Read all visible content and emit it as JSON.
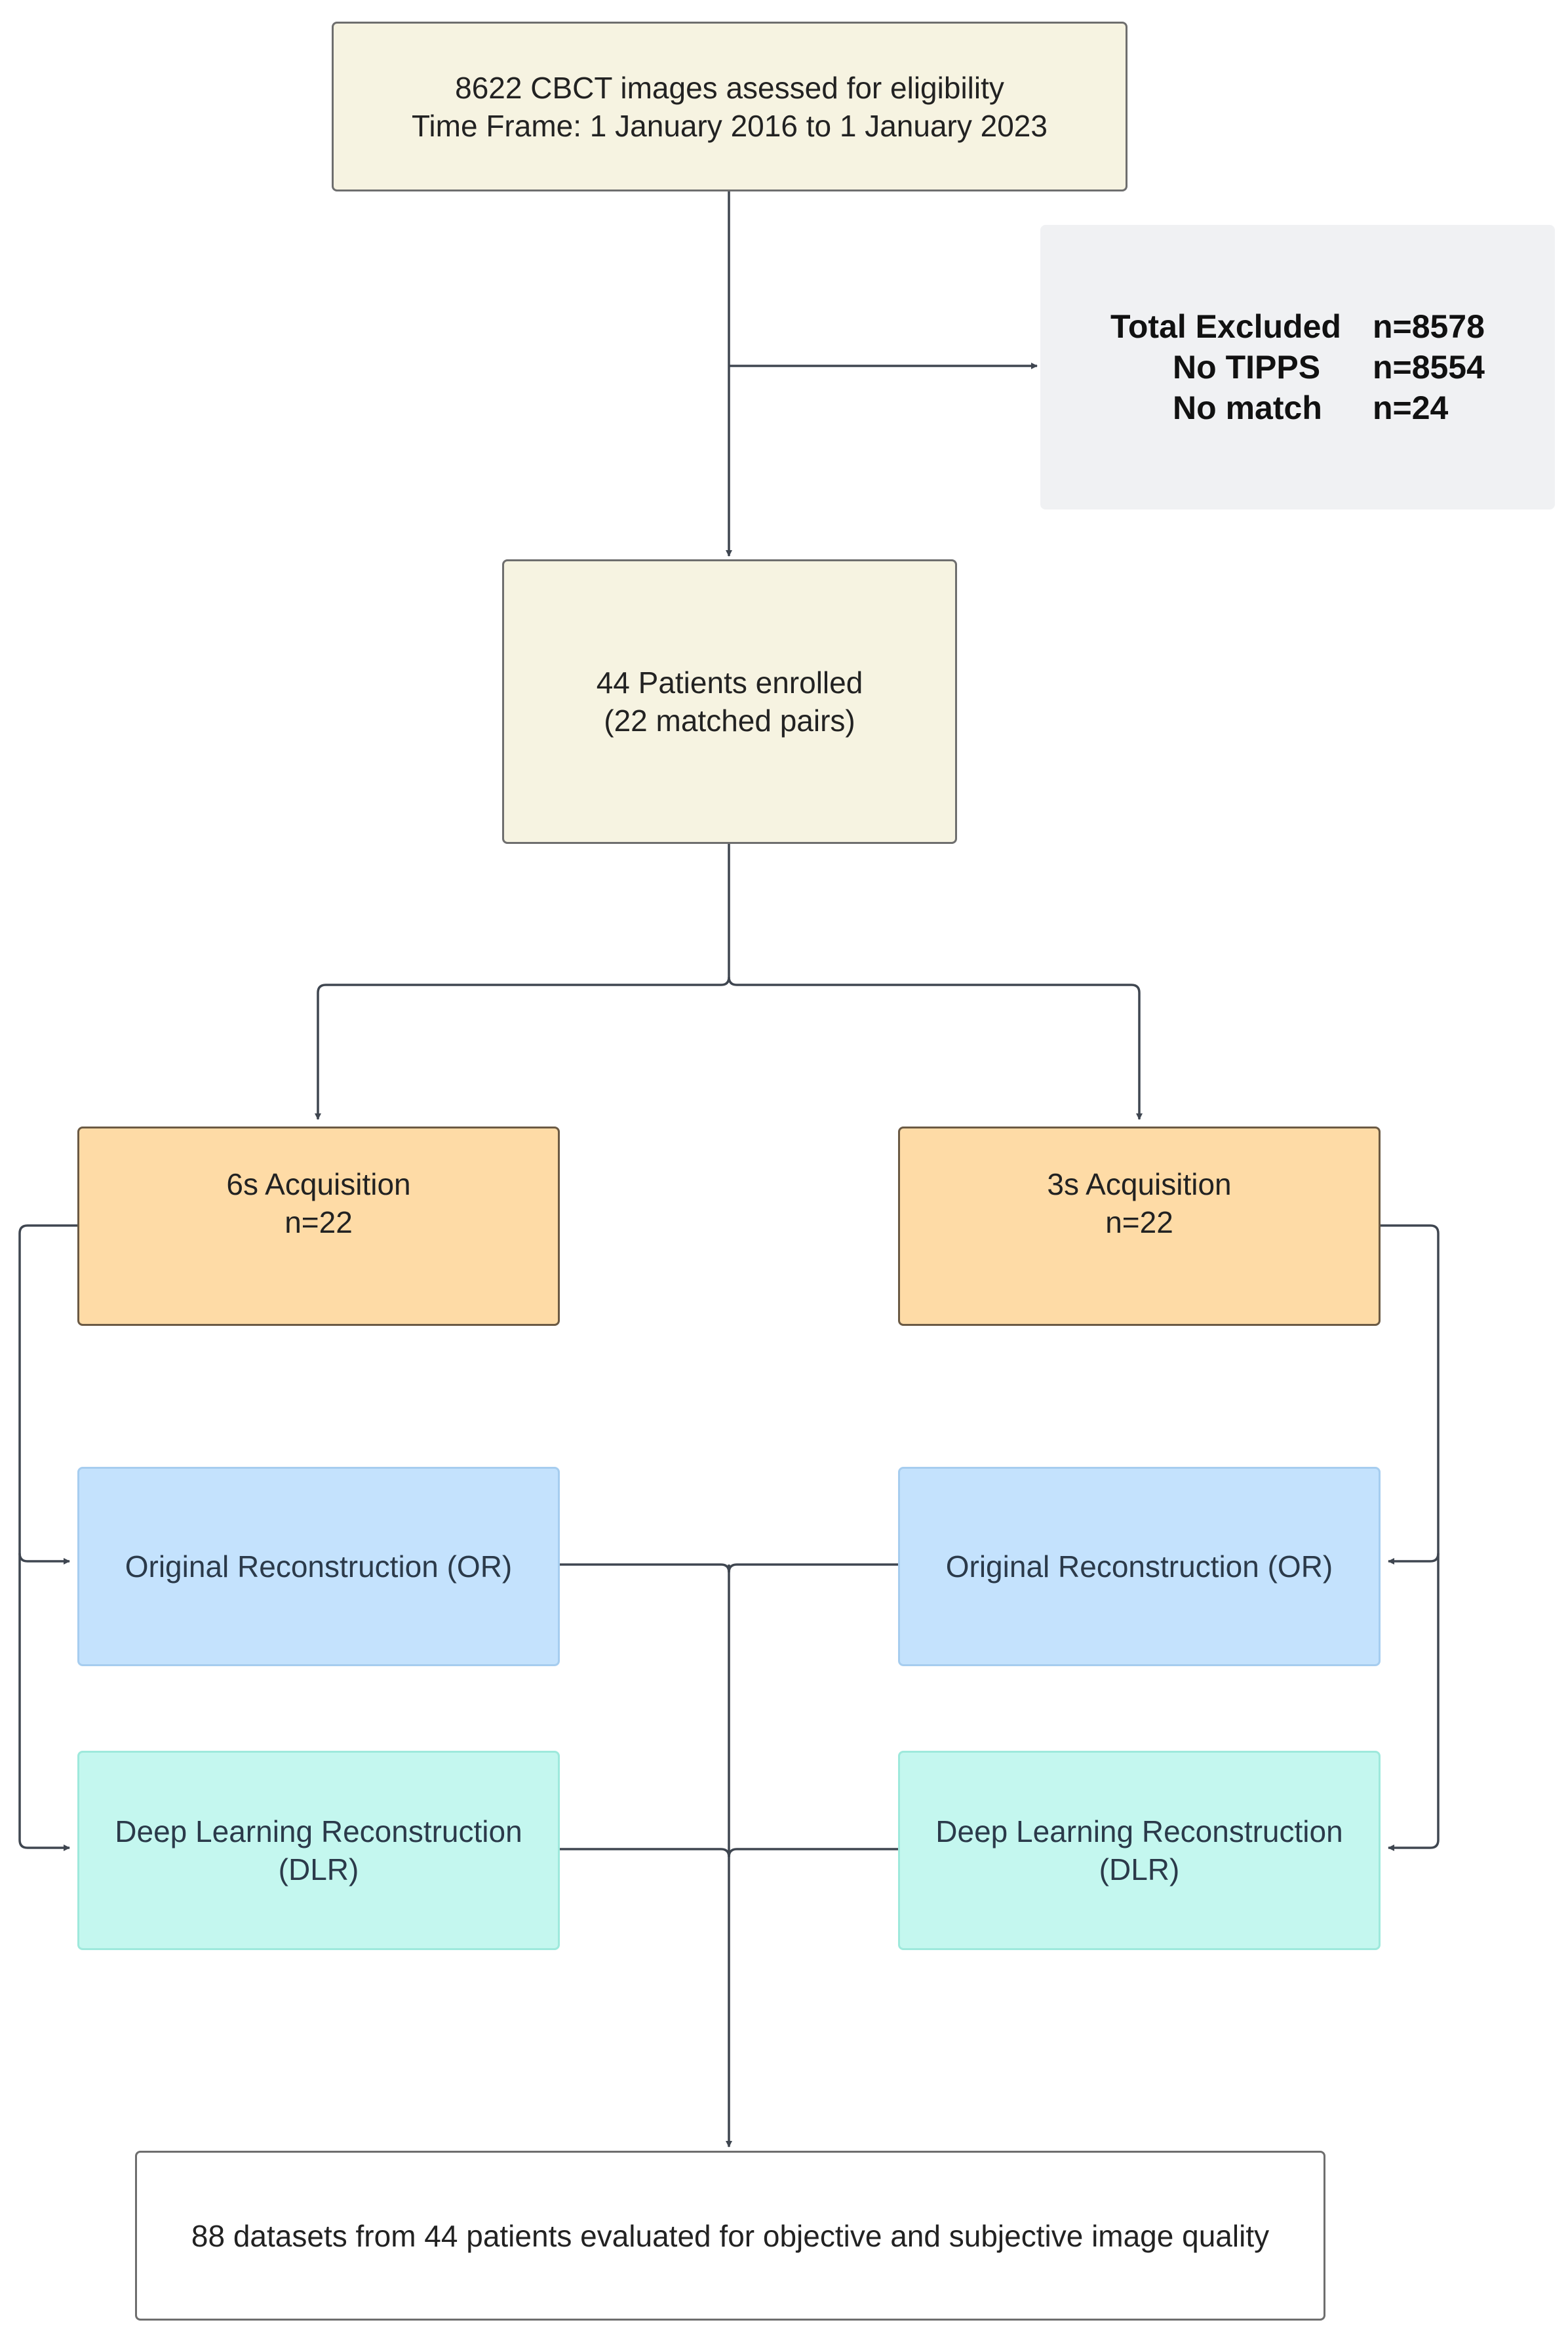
{
  "boxes": {
    "eligibility": {
      "line1": "8622 CBCT images asessed for eligibility",
      "line2": "Time Frame: 1 January 2016 to 1 January 2023"
    },
    "excluded": {
      "total_label": "Total Excluded",
      "total_value": "n=8578",
      "tipps_label": "No TIPPS",
      "tipps_value": "n=8554",
      "match_label": "No match",
      "match_value": "n=24"
    },
    "enrolled": {
      "line1": "44 Patients enrolled",
      "line2": "(22 matched pairs)"
    },
    "acq6": {
      "line1": "6s Acquisition",
      "line2": "n=22"
    },
    "acq3": {
      "line1": "3s Acquisition",
      "line2": "n=22"
    },
    "or_left": {
      "line1": "Original Reconstruction (OR)"
    },
    "or_right": {
      "line1": "Original Reconstruction (OR)"
    },
    "dlr_left": {
      "line1": "Deep Learning Reconstruction",
      "line2": "(DLR)"
    },
    "dlr_right": {
      "line1": "Deep Learning Reconstruction",
      "line2": "(DLR)"
    },
    "final": {
      "line1": "88 datasets from 44 patients evaluated for objective and subjective image quality"
    }
  },
  "colors": {
    "connector": "#3f4650",
    "beige": "#f6f3e1",
    "orange": "#fedba6",
    "blue": "#c4e2fd",
    "mint": "#c4f7ef",
    "grey": "#f0f1f3"
  }
}
